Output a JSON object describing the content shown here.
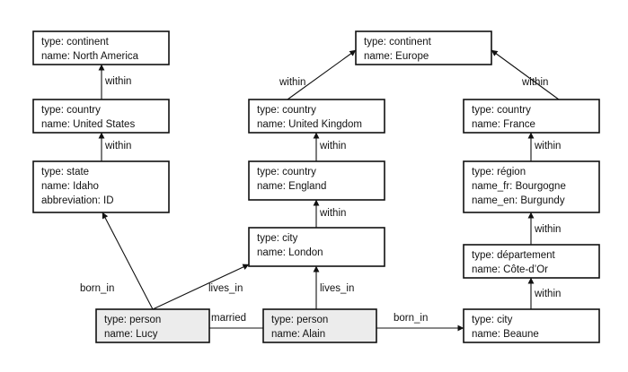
{
  "nodes": [
    {
      "id": "north_america",
      "lines": [
        "type: continent",
        "name: North America"
      ],
      "shaded": false
    },
    {
      "id": "united_states",
      "lines": [
        "type: country",
        "name: United States"
      ],
      "shaded": false
    },
    {
      "id": "idaho",
      "lines": [
        "type: state",
        "name: Idaho",
        "abbreviation: ID"
      ],
      "shaded": false
    },
    {
      "id": "europe",
      "lines": [
        "type: continent",
        "name: Europe"
      ],
      "shaded": false
    },
    {
      "id": "united_kingdom",
      "lines": [
        "type: country",
        "name: United Kingdom"
      ],
      "shaded": false
    },
    {
      "id": "england",
      "lines": [
        "type: country",
        "name: England"
      ],
      "shaded": false
    },
    {
      "id": "london",
      "lines": [
        "type: city",
        "name: London"
      ],
      "shaded": false
    },
    {
      "id": "france",
      "lines": [
        "type: country",
        "name: France"
      ],
      "shaded": false
    },
    {
      "id": "bourgogne",
      "lines": [
        "type: région",
        "name_fr: Bourgogne",
        "name_en: Burgundy"
      ],
      "shaded": false
    },
    {
      "id": "cote_dor",
      "lines": [
        "type: département",
        "name: Côte-d’Or"
      ],
      "shaded": false
    },
    {
      "id": "beaune",
      "lines": [
        "type: city",
        "name: Beaune"
      ],
      "shaded": false
    },
    {
      "id": "lucy",
      "lines": [
        "type: person",
        "name: Lucy"
      ],
      "shaded": true
    },
    {
      "id": "alain",
      "lines": [
        "type: person",
        "name: Alain"
      ],
      "shaded": true
    }
  ],
  "edges": [
    {
      "from": "united_states",
      "to": "north_america",
      "label": "within",
      "arrow": true
    },
    {
      "from": "idaho",
      "to": "united_states",
      "label": "within",
      "arrow": true
    },
    {
      "from": "united_kingdom",
      "to": "europe",
      "label": "within",
      "arrow": true
    },
    {
      "from": "france",
      "to": "europe",
      "label": "within",
      "arrow": true
    },
    {
      "from": "england",
      "to": "united_kingdom",
      "label": "within",
      "arrow": true
    },
    {
      "from": "london",
      "to": "england",
      "label": "within",
      "arrow": true
    },
    {
      "from": "bourgogne",
      "to": "france",
      "label": "within",
      "arrow": true
    },
    {
      "from": "cote_dor",
      "to": "bourgogne",
      "label": "within",
      "arrow": true
    },
    {
      "from": "beaune",
      "to": "cote_dor",
      "label": "within",
      "arrow": true
    },
    {
      "from": "lucy",
      "to": "idaho",
      "label": "born_in",
      "arrow": true
    },
    {
      "from": "lucy",
      "to": "london",
      "label": "lives_in",
      "arrow": true
    },
    {
      "from": "alain",
      "to": "london",
      "label": "lives_in",
      "arrow": true
    },
    {
      "from": "lucy",
      "to": "alain",
      "label": "married",
      "arrow": false
    },
    {
      "from": "alain",
      "to": "beaune",
      "label": "born_in",
      "arrow": true
    }
  ]
}
